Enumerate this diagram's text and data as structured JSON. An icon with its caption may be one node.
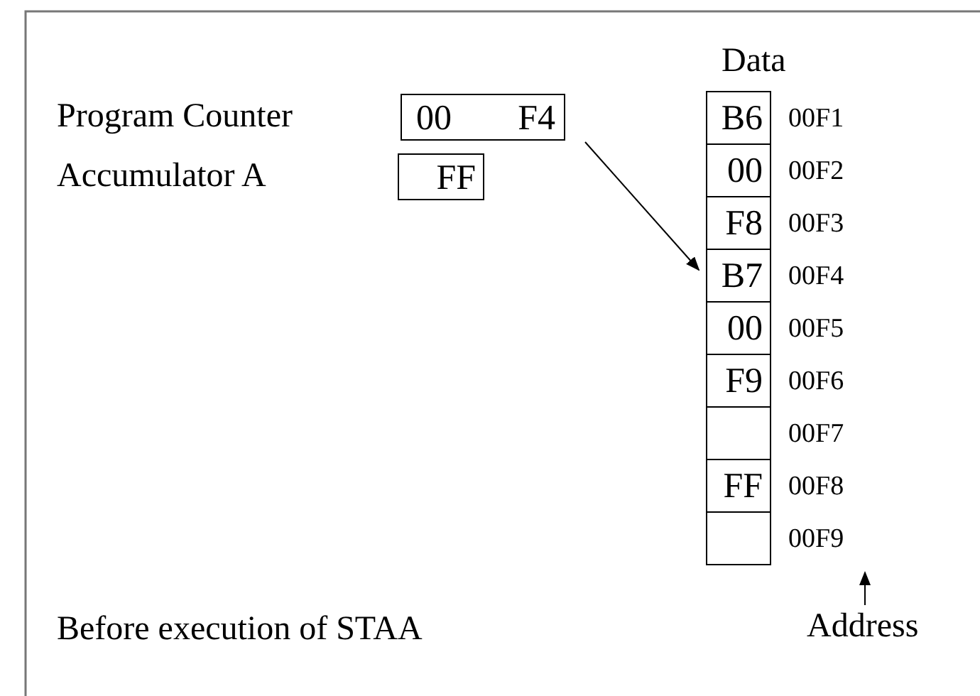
{
  "diagram": {
    "title": "Before execution of STAA",
    "nodes": [
      {
        "text": [
          "00",
          "F4"
        ]
      },
      {
        "text": [
          "FF"
        ]
      },
      {
        "text": [
          "B6"
        ],
        "beside": [
          "00F1"
        ]
      },
      {
        "text": [
          "00"
        ],
        "beside": [
          "00F2"
        ]
      },
      {
        "text": [
          "F8"
        ],
        "beside": [
          "00F3"
        ]
      },
      {
        "text": [
          "B7"
        ],
        "beside": [
          "00F4"
        ]
      },
      {
        "text": [
          "00"
        ],
        "beside": [
          "00F5"
        ]
      },
      {
        "text": [
          "F9"
        ],
        "beside": [
          "00F6"
        ]
      },
      {
        "text": [],
        "shape": "box",
        "beside": [
          "00F7"
        ]
      },
      {
        "text": [
          "FF"
        ],
        "beside": [
          "00F8"
        ]
      },
      {
        "text": [],
        "shape": "box",
        "beside": [
          "00F9"
        ]
      },
      {
        "text": [
          "Address"
        ]
      }
    ],
    "edges": [
      {
        "from": 0,
        "to": 5,
        "arrow": "to"
      },
      {
        "from": 11,
        "to": null,
        "arrow": "to"
      }
    ],
    "labels": [
      "Data",
      "Program Counter",
      "Accumulator A"
    ]
  }
}
